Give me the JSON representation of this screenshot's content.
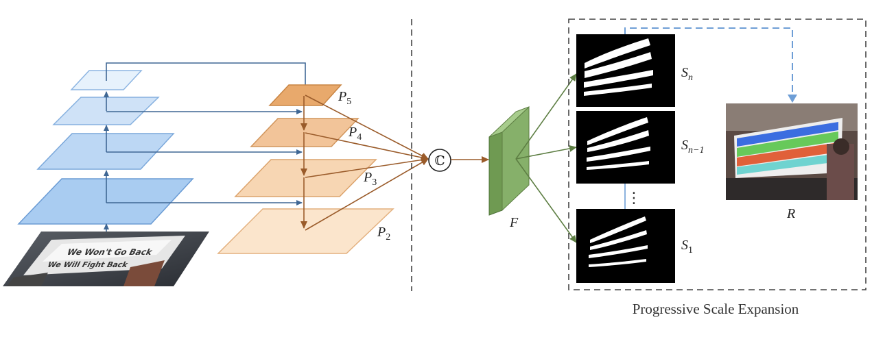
{
  "caption": "Progressive Scale Expansion",
  "concat_symbol": "ℂ",
  "feature_label": "F",
  "result_label": "R",
  "ellipsis": "⋮",
  "pyramid_labels": [
    {
      "base": "P",
      "sub": "5"
    },
    {
      "base": "P",
      "sub": "4"
    },
    {
      "base": "P",
      "sub": "3"
    },
    {
      "base": "P",
      "sub": "2"
    }
  ],
  "kernel_labels": [
    {
      "base": "S",
      "sub": "n"
    },
    {
      "base": "S",
      "sub": "n−1"
    },
    {
      "base": "S",
      "sub": "1"
    }
  ],
  "colors": {
    "backbone_fill": "#a9ccf1",
    "backbone_stroke": "#6a9bd4",
    "fpn_fill": "#f2c499",
    "fpn_stroke": "#d1955c",
    "fpn_arrow": "#9a5b2a",
    "backbone_arrow": "#3f6794",
    "feature_fill": "#86b06a",
    "feature_arrow": "#5d7e43",
    "dashed_arrow": "#6e9ed6",
    "band_blue": "#3b6de0",
    "band_green": "#67c95a",
    "band_red": "#e0603a",
    "band_cyan": "#6fd3d0"
  }
}
